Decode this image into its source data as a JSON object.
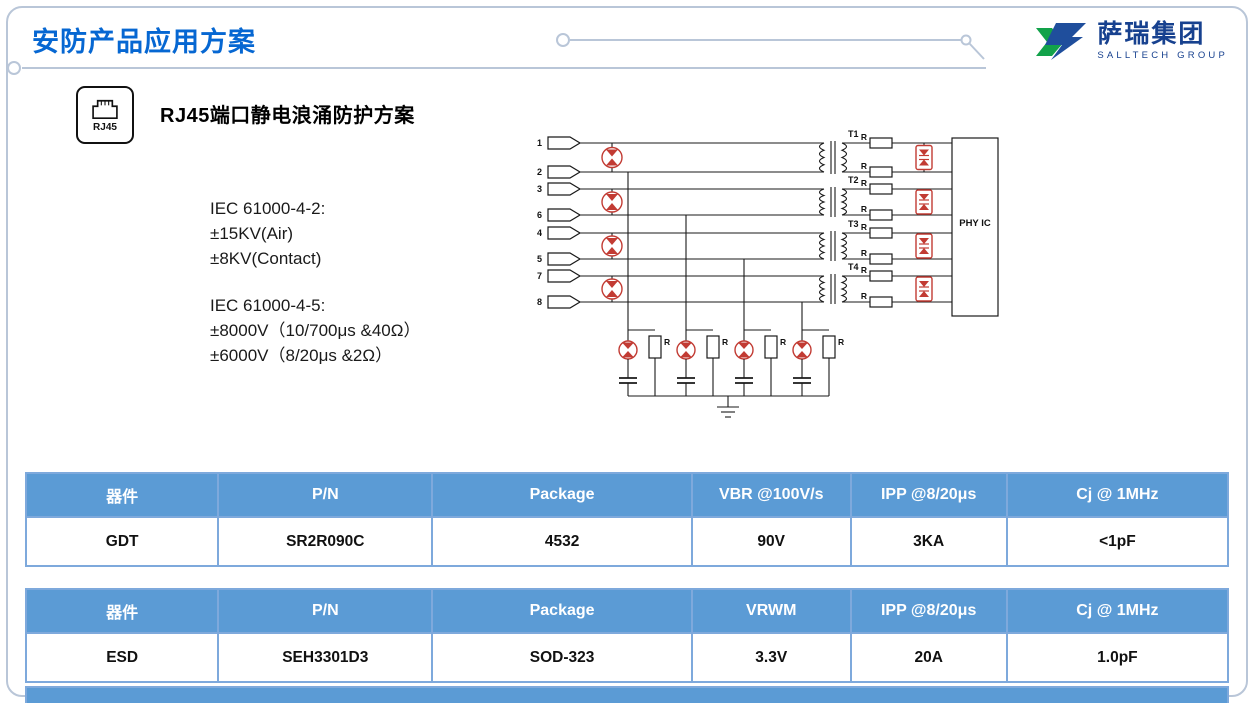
{
  "slide": {
    "title": "安防产品应用方案",
    "logo": {
      "name": "萨瑞集团",
      "tagline": "SALLTECH GROUP"
    }
  },
  "section": {
    "icon_label": "RJ45",
    "heading": "RJ45端口静电浪涌防护方案",
    "esd_spec": {
      "lines": [
        "IEC 61000-4-2:",
        "±15KV(Air)",
        "±8KV(Contact)"
      ]
    },
    "surge_spec": {
      "lines": [
        "IEC 61000-4-5:",
        "±8000V（10/700μs &40Ω）",
        "±6000V（8/20μs &2Ω）"
      ]
    }
  },
  "diagram": {
    "pins": [
      "1",
      "2",
      "3",
      "6",
      "4",
      "5",
      "7",
      "8"
    ],
    "transformers": [
      "T1",
      "T2",
      "T3",
      "T4"
    ],
    "resistor_label": "R",
    "ic_label": "PHY IC"
  },
  "tables": [
    {
      "headers": [
        "器件",
        "P/N",
        "Package",
        "VBR @100V/s",
        "IPP @8/20μs",
        "Cj @ 1MHz"
      ],
      "rows": [
        [
          "GDT",
          "SR2R090C",
          "4532",
          "90V",
          "3KA",
          "<1pF"
        ]
      ]
    },
    {
      "headers": [
        "器件",
        "P/N",
        "Package",
        "VRWM",
        "IPP @8/20μs",
        "Cj @ 1MHz"
      ],
      "rows": [
        [
          "ESD",
          "SEH3301D3",
          "SOD-323",
          "3.3V",
          "20A",
          "1.0pF"
        ]
      ]
    }
  ],
  "colors": {
    "title_blue": "#0667D2",
    "logo_navy": "#17418F",
    "logo_green": "#12A24A",
    "table_header_bg": "#5B9BD5",
    "table_border": "#7EA9DC",
    "diagram_red": "#C23B33"
  }
}
